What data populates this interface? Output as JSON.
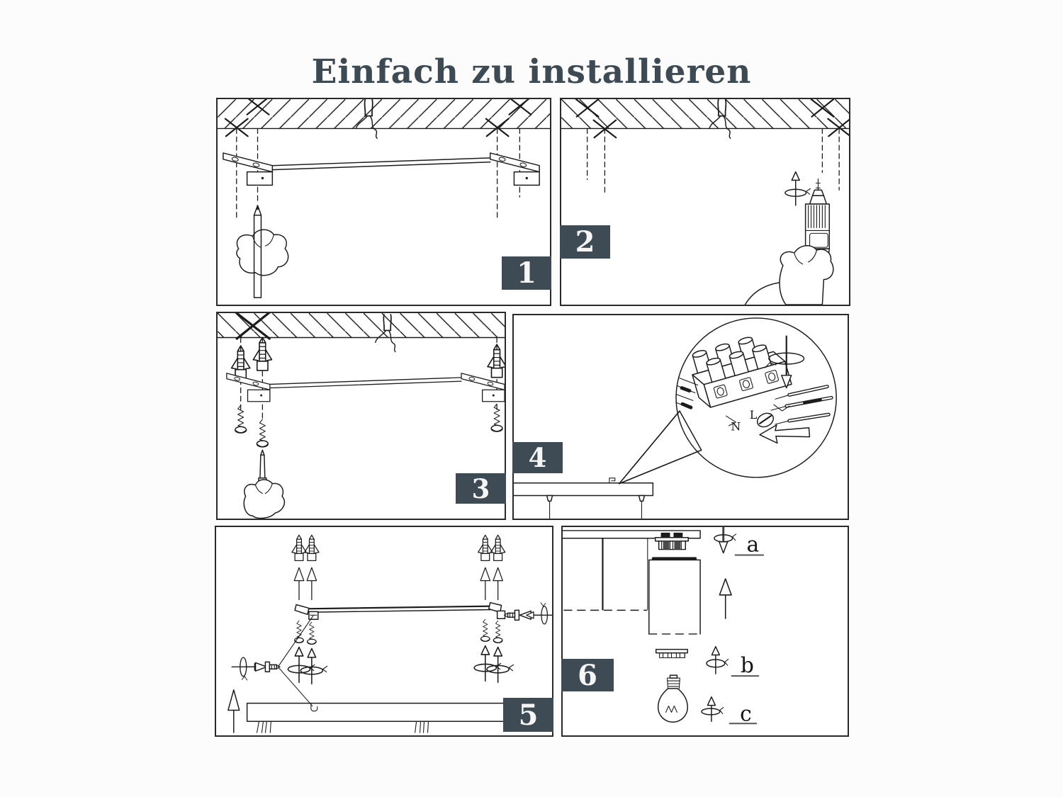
{
  "title": "Einfach zu installieren",
  "steps": [
    {
      "number": "1"
    },
    {
      "number": "2"
    },
    {
      "number": "3"
    },
    {
      "number": "4"
    },
    {
      "number": "5"
    },
    {
      "number": "6"
    }
  ],
  "wiring": {
    "neutral_label": "N",
    "live_label": "L"
  },
  "parts": {
    "label_a": "a",
    "label_b": "b",
    "label_c": "c"
  },
  "colors": {
    "accent": "#3E4A54",
    "line": "#1C1C1C",
    "badge_text": "#F6F6F6",
    "underline": "#555555",
    "page_background": "#FCFCFC",
    "panel_background": "#FFFFFF"
  }
}
